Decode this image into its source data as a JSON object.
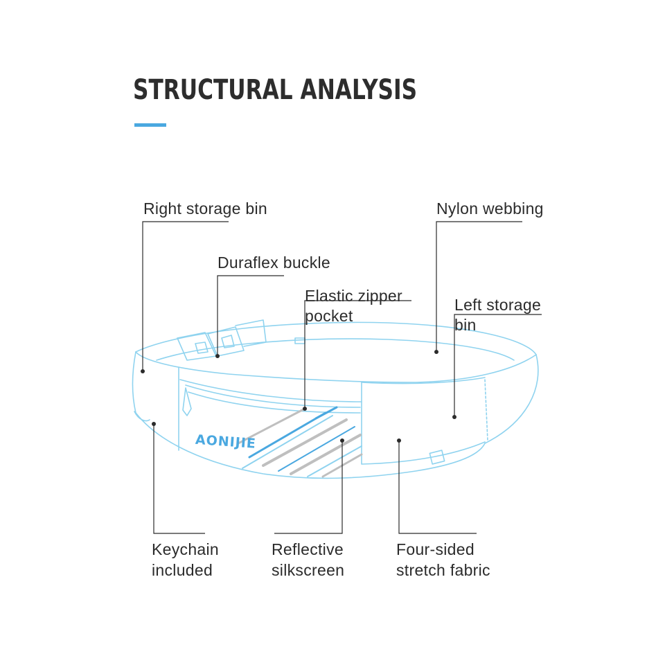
{
  "title": "STRUCTURAL ANALYSIS",
  "accent_color": "#4aa8e0",
  "line_color": "#2b2b2b",
  "outline_color": "#8fd3ef",
  "brand": "AONIJIE",
  "callouts": [
    {
      "id": "right-storage-bin",
      "lines": [
        "Right storage bin"
      ]
    },
    {
      "id": "duraflex-buckle",
      "lines": [
        "Duraflex buckle"
      ]
    },
    {
      "id": "elastic-zipper-pocket",
      "lines": [
        "Elastic zipper",
        "pocket"
      ]
    },
    {
      "id": "nylon-webbing",
      "lines": [
        "Nylon webbing"
      ]
    },
    {
      "id": "left-storage-bin",
      "lines": [
        "Left storage",
        "bin"
      ]
    },
    {
      "id": "keychain-included",
      "lines": [
        "Keychain",
        "included"
      ]
    },
    {
      "id": "reflective-silkscreen",
      "lines": [
        "Reflective",
        "silkscreen"
      ]
    },
    {
      "id": "four-sided-stretch-fabric",
      "lines": [
        "Four-sided",
        "stretch fabric"
      ]
    }
  ]
}
